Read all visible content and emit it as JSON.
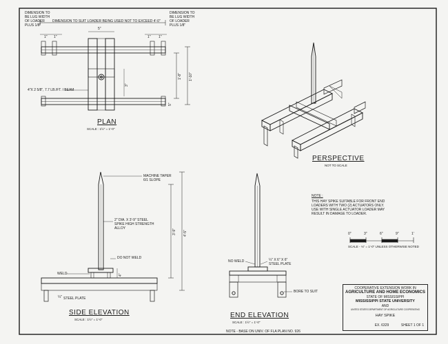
{
  "plan": {
    "title": "PLAN",
    "scale": "SCALE : 1½\" = 1'-0\"",
    "dimension_left": "DIMENSION TO BE LUG WIDTH OF LOADER PLUS 1/8\"",
    "dimension_right": "DIMENSION TO BE LUG WIDTH OF LOADER PLUS 1/8\"",
    "dimension_top": "DIMENSION TO SUIT LOADER BEING USED NOT TO EXCEED 4'-0\"",
    "beam_label": "4\"x 2 5/8\", 7.7 LB./FT. I BEAM",
    "dim_overall_depth": "1'-10\"",
    "dim_inner_depth": "1'-8\"",
    "dim_half": "3\"",
    "dim_top": "5\"",
    "dim_bottom": "5\"",
    "dim_left_1": "1\"",
    "dim_left_2": "1\"",
    "dim_right_1": "1\"",
    "dim_right_2": "1\""
  },
  "perspective": {
    "title": "PERSPECTIVE",
    "scale": "NOT TO SCALE"
  },
  "side_elevation": {
    "title": "SIDE ELEVATION",
    "scale": "SCALE : 1½\" = 1'-0\"",
    "taper": "MACHINE TAPER 6/1 SLOPE",
    "spike": "2\" DIA. x 3'-9\" STEEL SPIKE HIGH STRENGTH ALLOY",
    "do_not_weld": "DO NOT WELD",
    "weld": "WELD",
    "steel_plate": "STEEL PLATE",
    "plate_dim": "¼\"",
    "dim_height": "3'-9\"",
    "dim_total": "4'-5\"",
    "dim_small": "4\""
  },
  "end_elevation": {
    "title": "END ELEVATION",
    "scale": "SCALE : 1½\" = 1'-0\"",
    "no_weld": "NO WELD",
    "plate": "¼\" x 6\" x 6\" STEEL PLATE",
    "bore": "BORE TO SUIT",
    "note_base": "NOTE - BASE ON UNIV. OF FLA PLAN NO. 926"
  },
  "note": {
    "heading": "NOTE :",
    "body": "THIS HAY SPIKE SUITABLE FOR FRONT END LOADERS WITH TWO (2) ACTUATORS ONLY. USE WITH SINGLE ACTUATOR LOADER MAY RESULT IN DAMAGE TO LOADER."
  },
  "scale_bar": {
    "ticks": [
      "0\"",
      "3\"",
      "6\"",
      "9\"",
      "1'"
    ],
    "caption": "SCALE - ⅛\" = 1'-0\"   UNLESS OTHERWISE NOTED"
  },
  "title_block": {
    "line1": "COOPERATIVE EXTENSION WORK IN",
    "line2": "AGRICULTURE AND HOME ECONOMICS",
    "line3": "STATE OF MISSISSIPPI",
    "line4": "MISSISSIPPI STATE UNIVERSITY",
    "line5": "AND",
    "line6": "UNITED STATES DEPARTMENT OF AGRICULTURE COOPERATING",
    "drawing_name": "HAY SPIKE",
    "number": "EX. 6329",
    "sheet": "SHEET 1 OF 1"
  }
}
